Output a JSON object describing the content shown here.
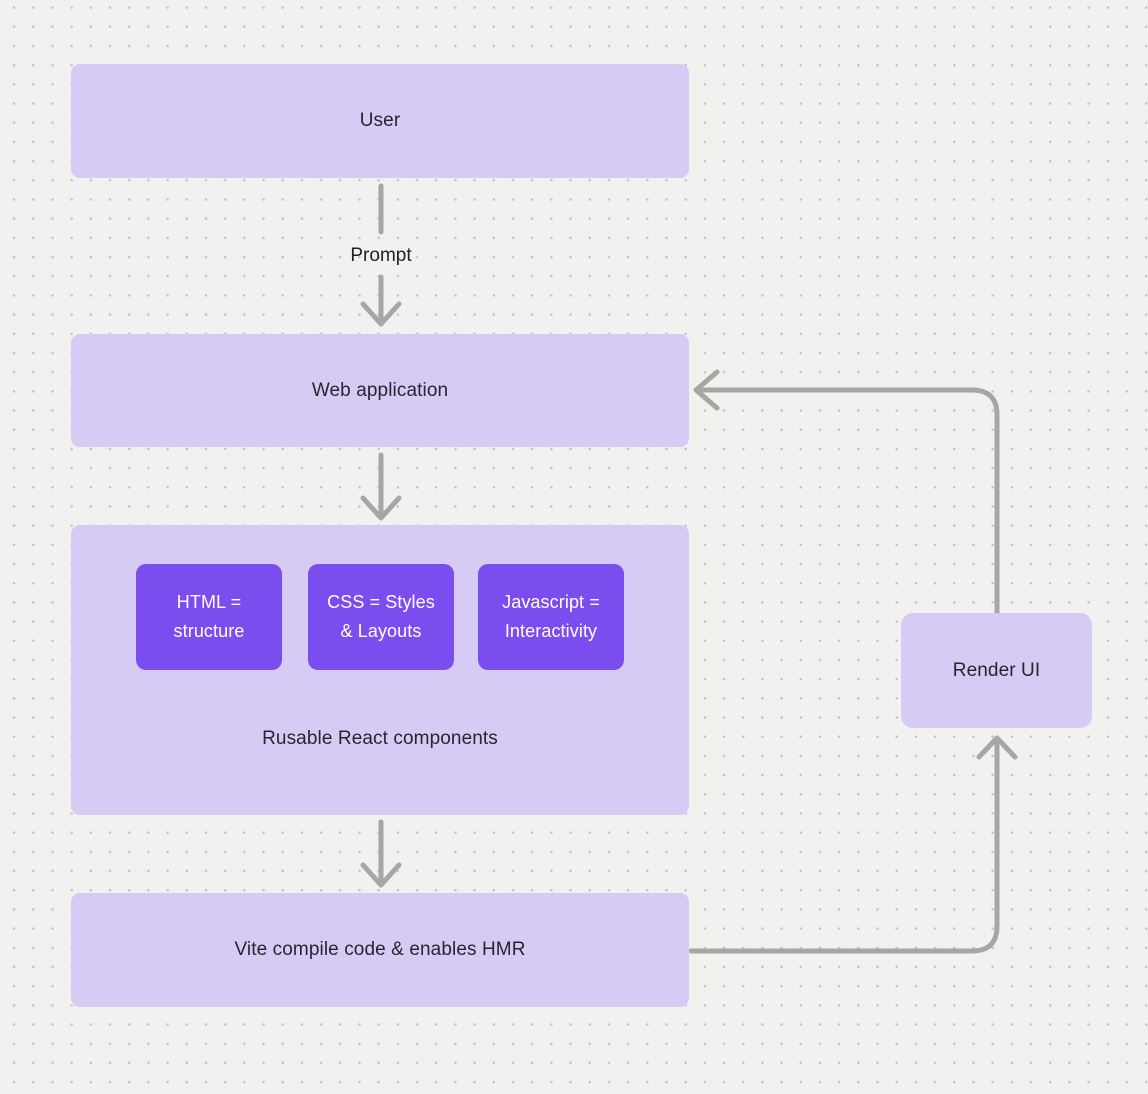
{
  "diagram": {
    "title_hint": "React + Vite web application flow diagram",
    "colors": {
      "canvas_background": "#f2f1ef",
      "dot_grid": "#c8c6c4",
      "node_fill": "#d6cbf5",
      "chip_fill": "#7c4dee",
      "arrow_stroke": "#a7a6a4",
      "text_dark": "#28252e",
      "text_light": "#ffffff"
    },
    "nodes": {
      "user": {
        "label": "User"
      },
      "web_application": {
        "label": "Web application"
      },
      "components_container": {
        "label": "Rusable React components"
      },
      "chips": [
        {
          "line1": "HTML =",
          "line2": "structure"
        },
        {
          "line1": "CSS = Styles",
          "line2": "& Layouts"
        },
        {
          "line1": "Javascript =",
          "line2": "Interactivity"
        }
      ],
      "vite": {
        "label": "Vite compile code & enables HMR"
      },
      "render_ui": {
        "label": "Render UI"
      }
    },
    "edges": {
      "user_to_webapp_label": "Prompt",
      "connections": [
        "User -> Web application (Prompt)",
        "Web application -> Rusable React components",
        "Rusable React components -> Vite compile code & enables HMR",
        "Vite compile code & enables HMR -> Render UI",
        "Render UI -> Web application"
      ]
    }
  }
}
